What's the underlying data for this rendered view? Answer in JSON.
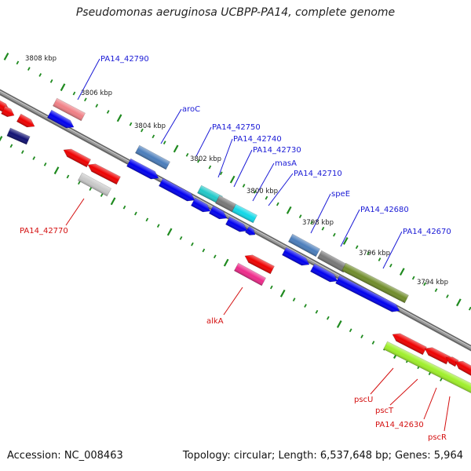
{
  "title": "Pseudomonas aeruginosa UCBPP-PA14, complete genome",
  "footer": {
    "accession": "Accession: NC_008463",
    "topology": "Topology: circular; Length: 6,537,648 bp; Genes: 5,964"
  },
  "ruler": [
    "3808 kbp",
    "3806 kbp",
    "3804 kbp",
    "3802 kbp",
    "3800 kbp",
    "3798 kbp",
    "3796 kbp",
    "3794 kbp"
  ],
  "labels": {
    "PA14_42790": "PA14_42790",
    "aroC": "aroC",
    "PA14_42750": "PA14_42750",
    "PA14_42740": "PA14_42740",
    "PA14_42730": "PA14_42730",
    "masA": "masA",
    "PA14_42710": "PA14_42710",
    "speE": "speE",
    "PA14_42680": "PA14_42680",
    "PA14_42670": "PA14_42670",
    "PA14_42770": "PA14_42770",
    "alkA": "alkA",
    "pscU": "pscU",
    "pscT": "pscT",
    "PA14_42630": "PA14_42630",
    "pscR": "pscR"
  },
  "colors": {
    "backbone": "#888888",
    "forward_cds": "#0000ee",
    "reverse_cds": "#ee0000",
    "tick": "#1f8a1f",
    "label_forward": "#1a1ad6",
    "label_reverse": "#d41010"
  }
}
